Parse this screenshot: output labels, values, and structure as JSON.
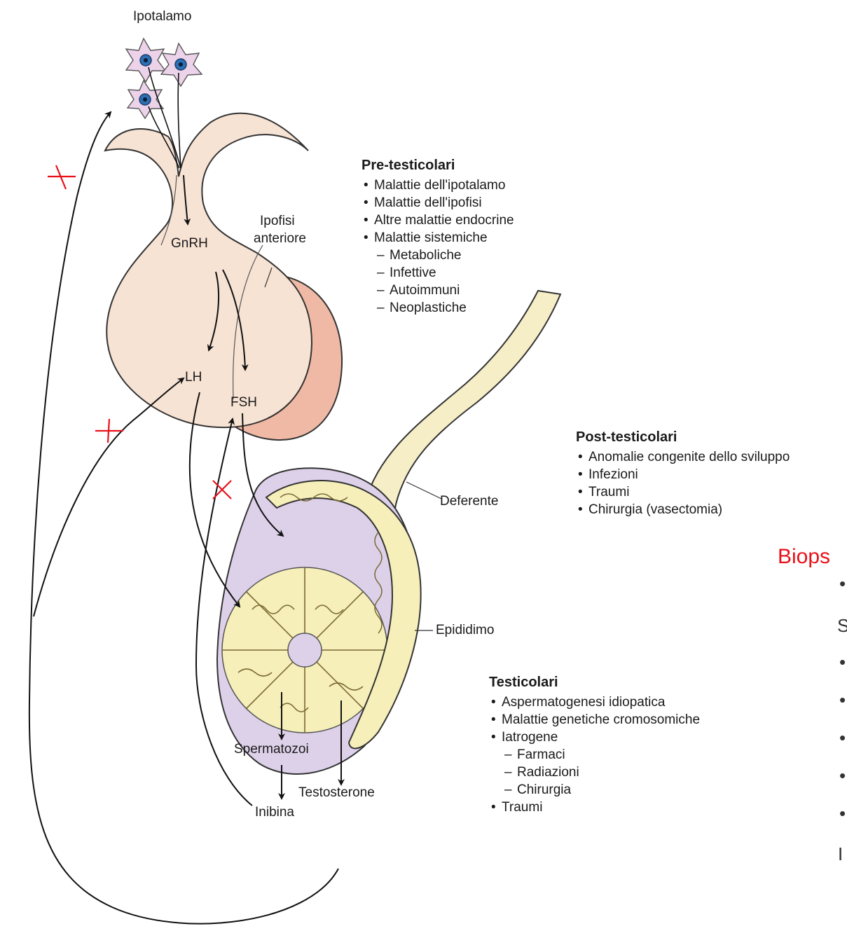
{
  "labels": {
    "hypothalamus": "Ipotalamo",
    "gnrh": "GnRH",
    "pituitary_line1": "Ipofisi",
    "pituitary_line2": "anteriore",
    "lh": "LH",
    "fsh": "FSH",
    "vas_deferens": "Deferente",
    "epididymis": "Epididimo",
    "sperm": "Spermatozoi",
    "testosterone": "Testosterone",
    "inhibin": "Inibina"
  },
  "pre_testicular": {
    "title": "Pre-testicolari",
    "items": [
      {
        "text": "Malattie dell'ipotalamo",
        "level": 0
      },
      {
        "text": "Malattie dell'ipofisi",
        "level": 0
      },
      {
        "text": "Altre malattie endocrine",
        "level": 0
      },
      {
        "text": "Malattie sistemiche",
        "level": 0
      },
      {
        "text": "Metaboliche",
        "level": 1
      },
      {
        "text": "Infettive",
        "level": 1
      },
      {
        "text": "Autoimmuni",
        "level": 1
      },
      {
        "text": "Neoplastiche",
        "level": 1
      }
    ]
  },
  "post_testicular": {
    "title": "Post-testicolari",
    "items": [
      {
        "text": "Anomalie congenite dello sviluppo",
        "level": 0
      },
      {
        "text": "Infezioni",
        "level": 0
      },
      {
        "text": "Traumi",
        "level": 0
      },
      {
        "text": "Chirurgia (vasectomia)",
        "level": 0
      }
    ]
  },
  "testicular": {
    "title": "Testicolari",
    "items": [
      {
        "text": "Aspermatogenesi idiopatica",
        "level": 0
      },
      {
        "text": "Malattie genetiche cromosomiche",
        "level": 0
      },
      {
        "text": "Iatrogene",
        "level": 0
      },
      {
        "text": "Farmaci",
        "level": 1
      },
      {
        "text": "Radiazioni",
        "level": 1
      },
      {
        "text": "Chirurgia",
        "level": 1
      },
      {
        "text": "Traumi",
        "level": 0
      }
    ]
  },
  "clipped_overlay": {
    "heading": "Biops",
    "fragments": [
      "•",
      "S",
      "•",
      "•",
      "•",
      "•",
      "•",
      "I"
    ]
  },
  "colors": {
    "pituitary_fill": "#f7e3d4",
    "pituitary_back": "#efb9a5",
    "testis_fill": "#ddd1ea",
    "tubule_fill": "#f6efb9",
    "vas_fill": "#f6eec7",
    "inhibition_mark": "#e8111a",
    "overlay_text": "#e8111a",
    "neuron_fill": "#ecd3ea",
    "neuron_nucleus": "#2c6fb2"
  }
}
